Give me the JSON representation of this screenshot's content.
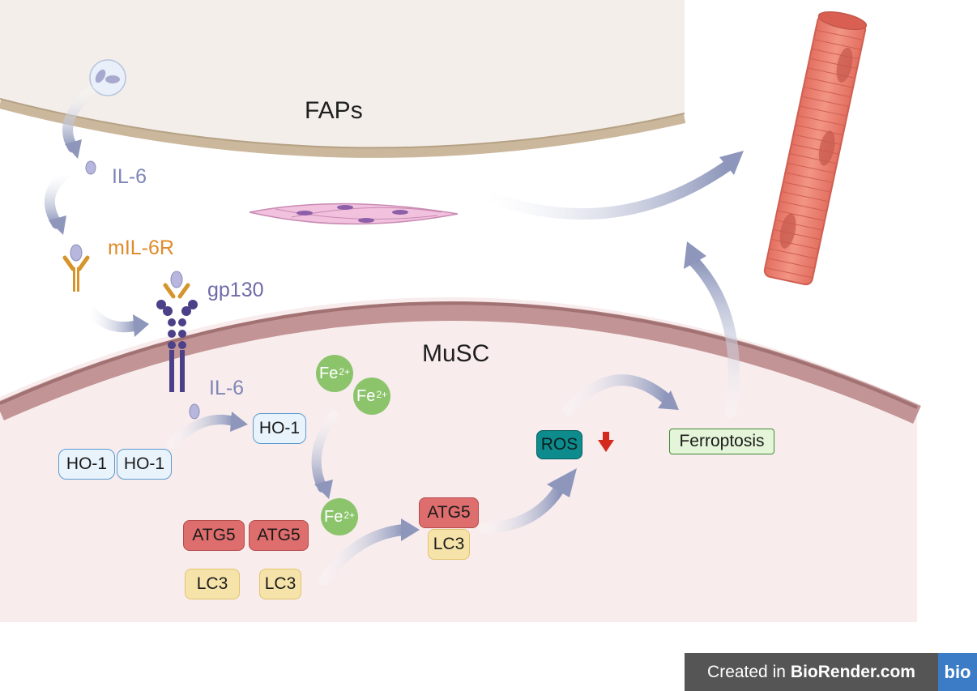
{
  "cells": {
    "faps": "FAPs",
    "musc": "MuSC"
  },
  "signaling": {
    "il6_top": "IL-6",
    "mil6r": "mIL-6R",
    "gp130": "gp130",
    "il6_inner": "IL-6"
  },
  "proteins": {
    "ho1_a": "HO-1",
    "ho1_b": "HO-1",
    "ho1_c": "HO-1",
    "atg5_a": "ATG5",
    "atg5_b": "ATG5",
    "atg5_c": "ATG5",
    "lc3_a": "LC3",
    "lc3_b": "LC3",
    "lc3_c": "LC3",
    "ros": "ROS",
    "ferroptosis": "Ferroptosis"
  },
  "iron": {
    "symbol": "Fe",
    "charge": "2+"
  },
  "icons": {
    "vesicle": "secretory-vesicle-icon",
    "fibroblast": "fap-fibroblast-icon",
    "muscle": "muscle-fiber-icon",
    "receptor": "receptor-icon",
    "down_arrow": "red-down-arrow-icon"
  },
  "colors": {
    "faps_cytoplasm": "#f3eeea",
    "faps_membrane": "#cbb79c",
    "musc_cytoplasm": "#f8eced",
    "musc_membrane": "#c29495",
    "arrow": "#8e97bb",
    "down_arrow": "#d42a1e"
  },
  "credit": {
    "prefix": "Created in",
    "brand": "BioRender.com",
    "logo": "bio"
  }
}
